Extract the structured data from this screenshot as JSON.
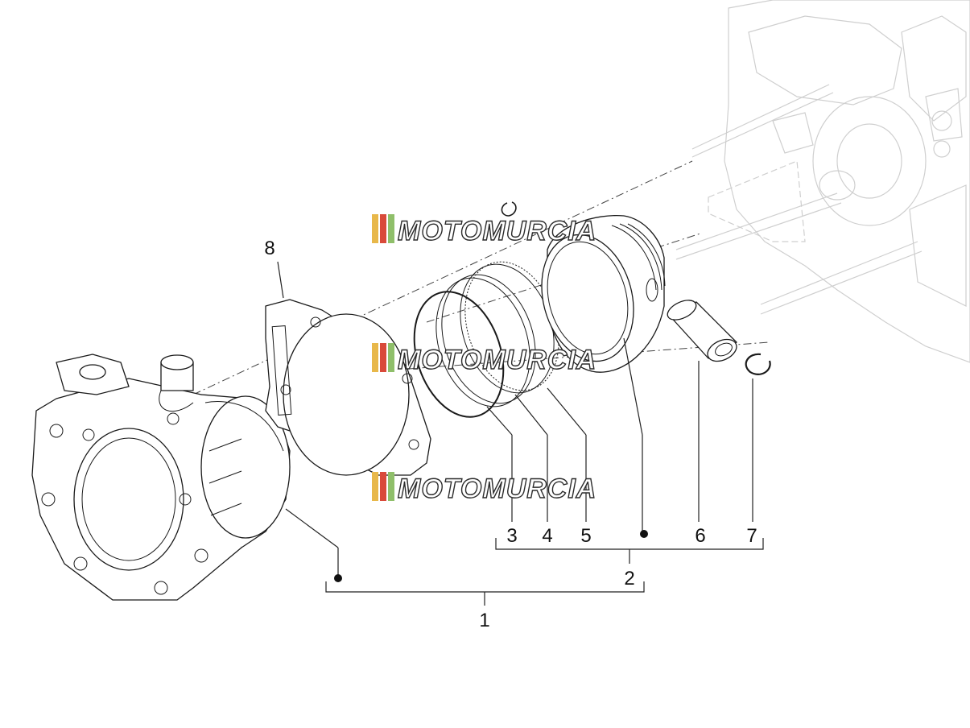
{
  "watermark": {
    "text": "MOTOMURCIA",
    "stripe_colors": [
      "#e8b84a",
      "#d94a3a",
      "#8fbf6a"
    ]
  },
  "callouts": [
    {
      "id": "1",
      "label": "1"
    },
    {
      "id": "2",
      "label": "2"
    },
    {
      "id": "3",
      "label": "3"
    },
    {
      "id": "4",
      "label": "4"
    },
    {
      "id": "5",
      "label": "5"
    },
    {
      "id": "6",
      "label": "6"
    },
    {
      "id": "7",
      "label": "7"
    },
    {
      "id": "8",
      "label": "8"
    }
  ],
  "parts": [
    {
      "ref": "1",
      "name": "cylinder-assembly"
    },
    {
      "ref": "2",
      "name": "piston-assembly"
    },
    {
      "ref": "3",
      "name": "oil-scraper-ring"
    },
    {
      "ref": "4",
      "name": "second-compression-ring"
    },
    {
      "ref": "5",
      "name": "top-compression-ring"
    },
    {
      "ref": "6",
      "name": "piston-pin"
    },
    {
      "ref": "7",
      "name": "circlip"
    },
    {
      "ref": "8",
      "name": "cylinder-base-gasket"
    }
  ]
}
